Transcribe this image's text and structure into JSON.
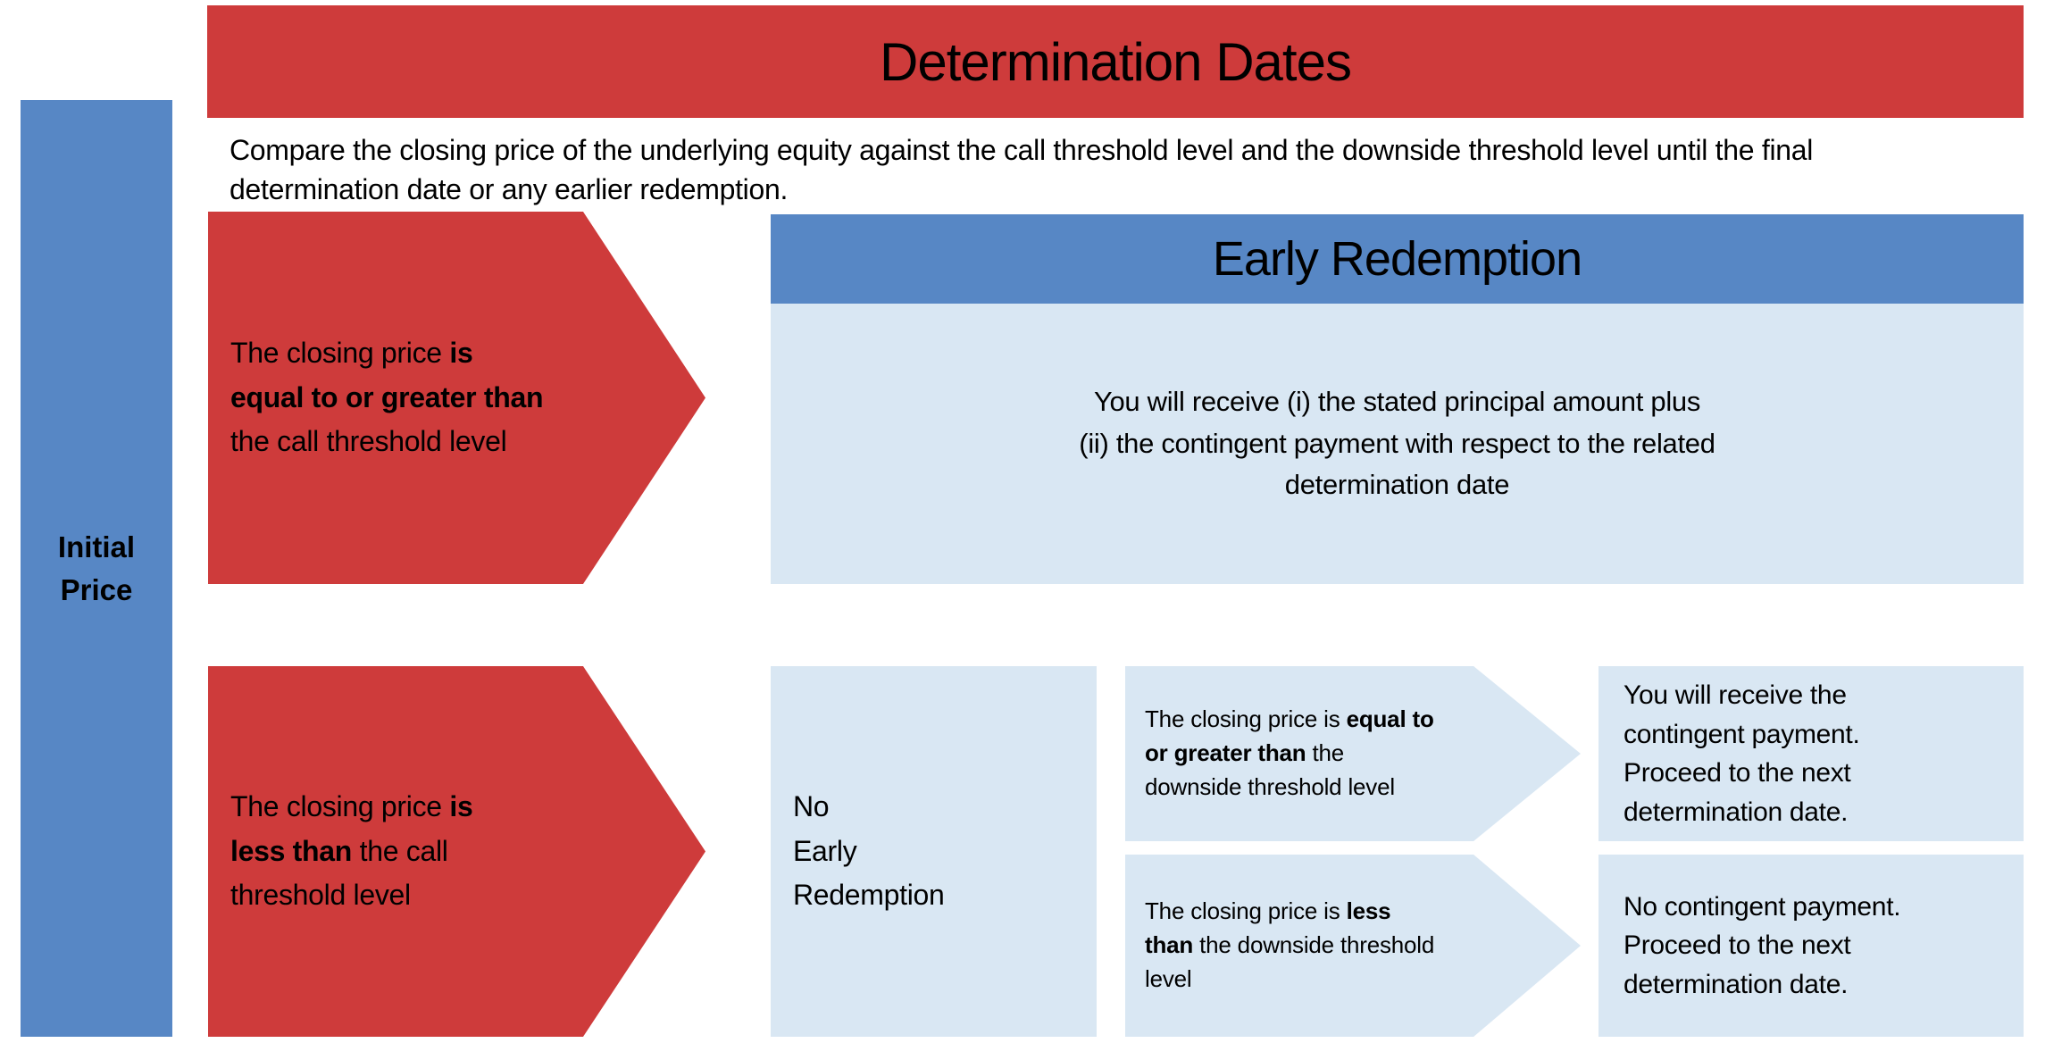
{
  "colors": {
    "red": "#CE3B3B",
    "blue": "#5787C5",
    "light_blue": "#D9E7F3",
    "text": "#000000"
  },
  "title": "Determination Dates",
  "description": "Compare the closing price of the underlying equity against the call threshold level and the downside threshold level until the final\ndetermination date or any earlier redemption.",
  "initial_price_label": "Initial\nPrice",
  "row_early": {
    "condition_arrow": [
      {
        "t": "The closing price ",
        "b": false
      },
      {
        "t": "is\nequal to or greater than",
        "b": true
      },
      {
        "t": "\nthe call threshold level",
        "b": false
      }
    ],
    "header": "Early Redemption",
    "outcome": "You will receive (i) the stated principal amount plus\n(ii) the contingent payment with respect to the related\ndetermination date"
  },
  "row_no_early": {
    "condition_arrow": [
      {
        "t": "The closing price ",
        "b": false
      },
      {
        "t": "is\nless than",
        "b": true
      },
      {
        "t": " the call\nthreshold level",
        "b": false
      }
    ],
    "label": "No\nEarly\nRedemption",
    "branch_above": {
      "condition_arrow": [
        {
          "t": "The closing price is ",
          "b": false
        },
        {
          "t": "equal to\nor greater than",
          "b": true
        },
        {
          "t": " the\ndownside threshold level",
          "b": false
        }
      ],
      "outcome": "You will receive the\ncontingent payment.\nProceed to the next\ndetermination date."
    },
    "branch_below": {
      "condition_arrow": [
        {
          "t": "The closing price is ",
          "b": false
        },
        {
          "t": "less\nthan",
          "b": true
        },
        {
          "t": " the downside threshold\nlevel",
          "b": false
        }
      ],
      "outcome": "No contingent payment.\nProceed to the next\ndetermination date."
    }
  }
}
